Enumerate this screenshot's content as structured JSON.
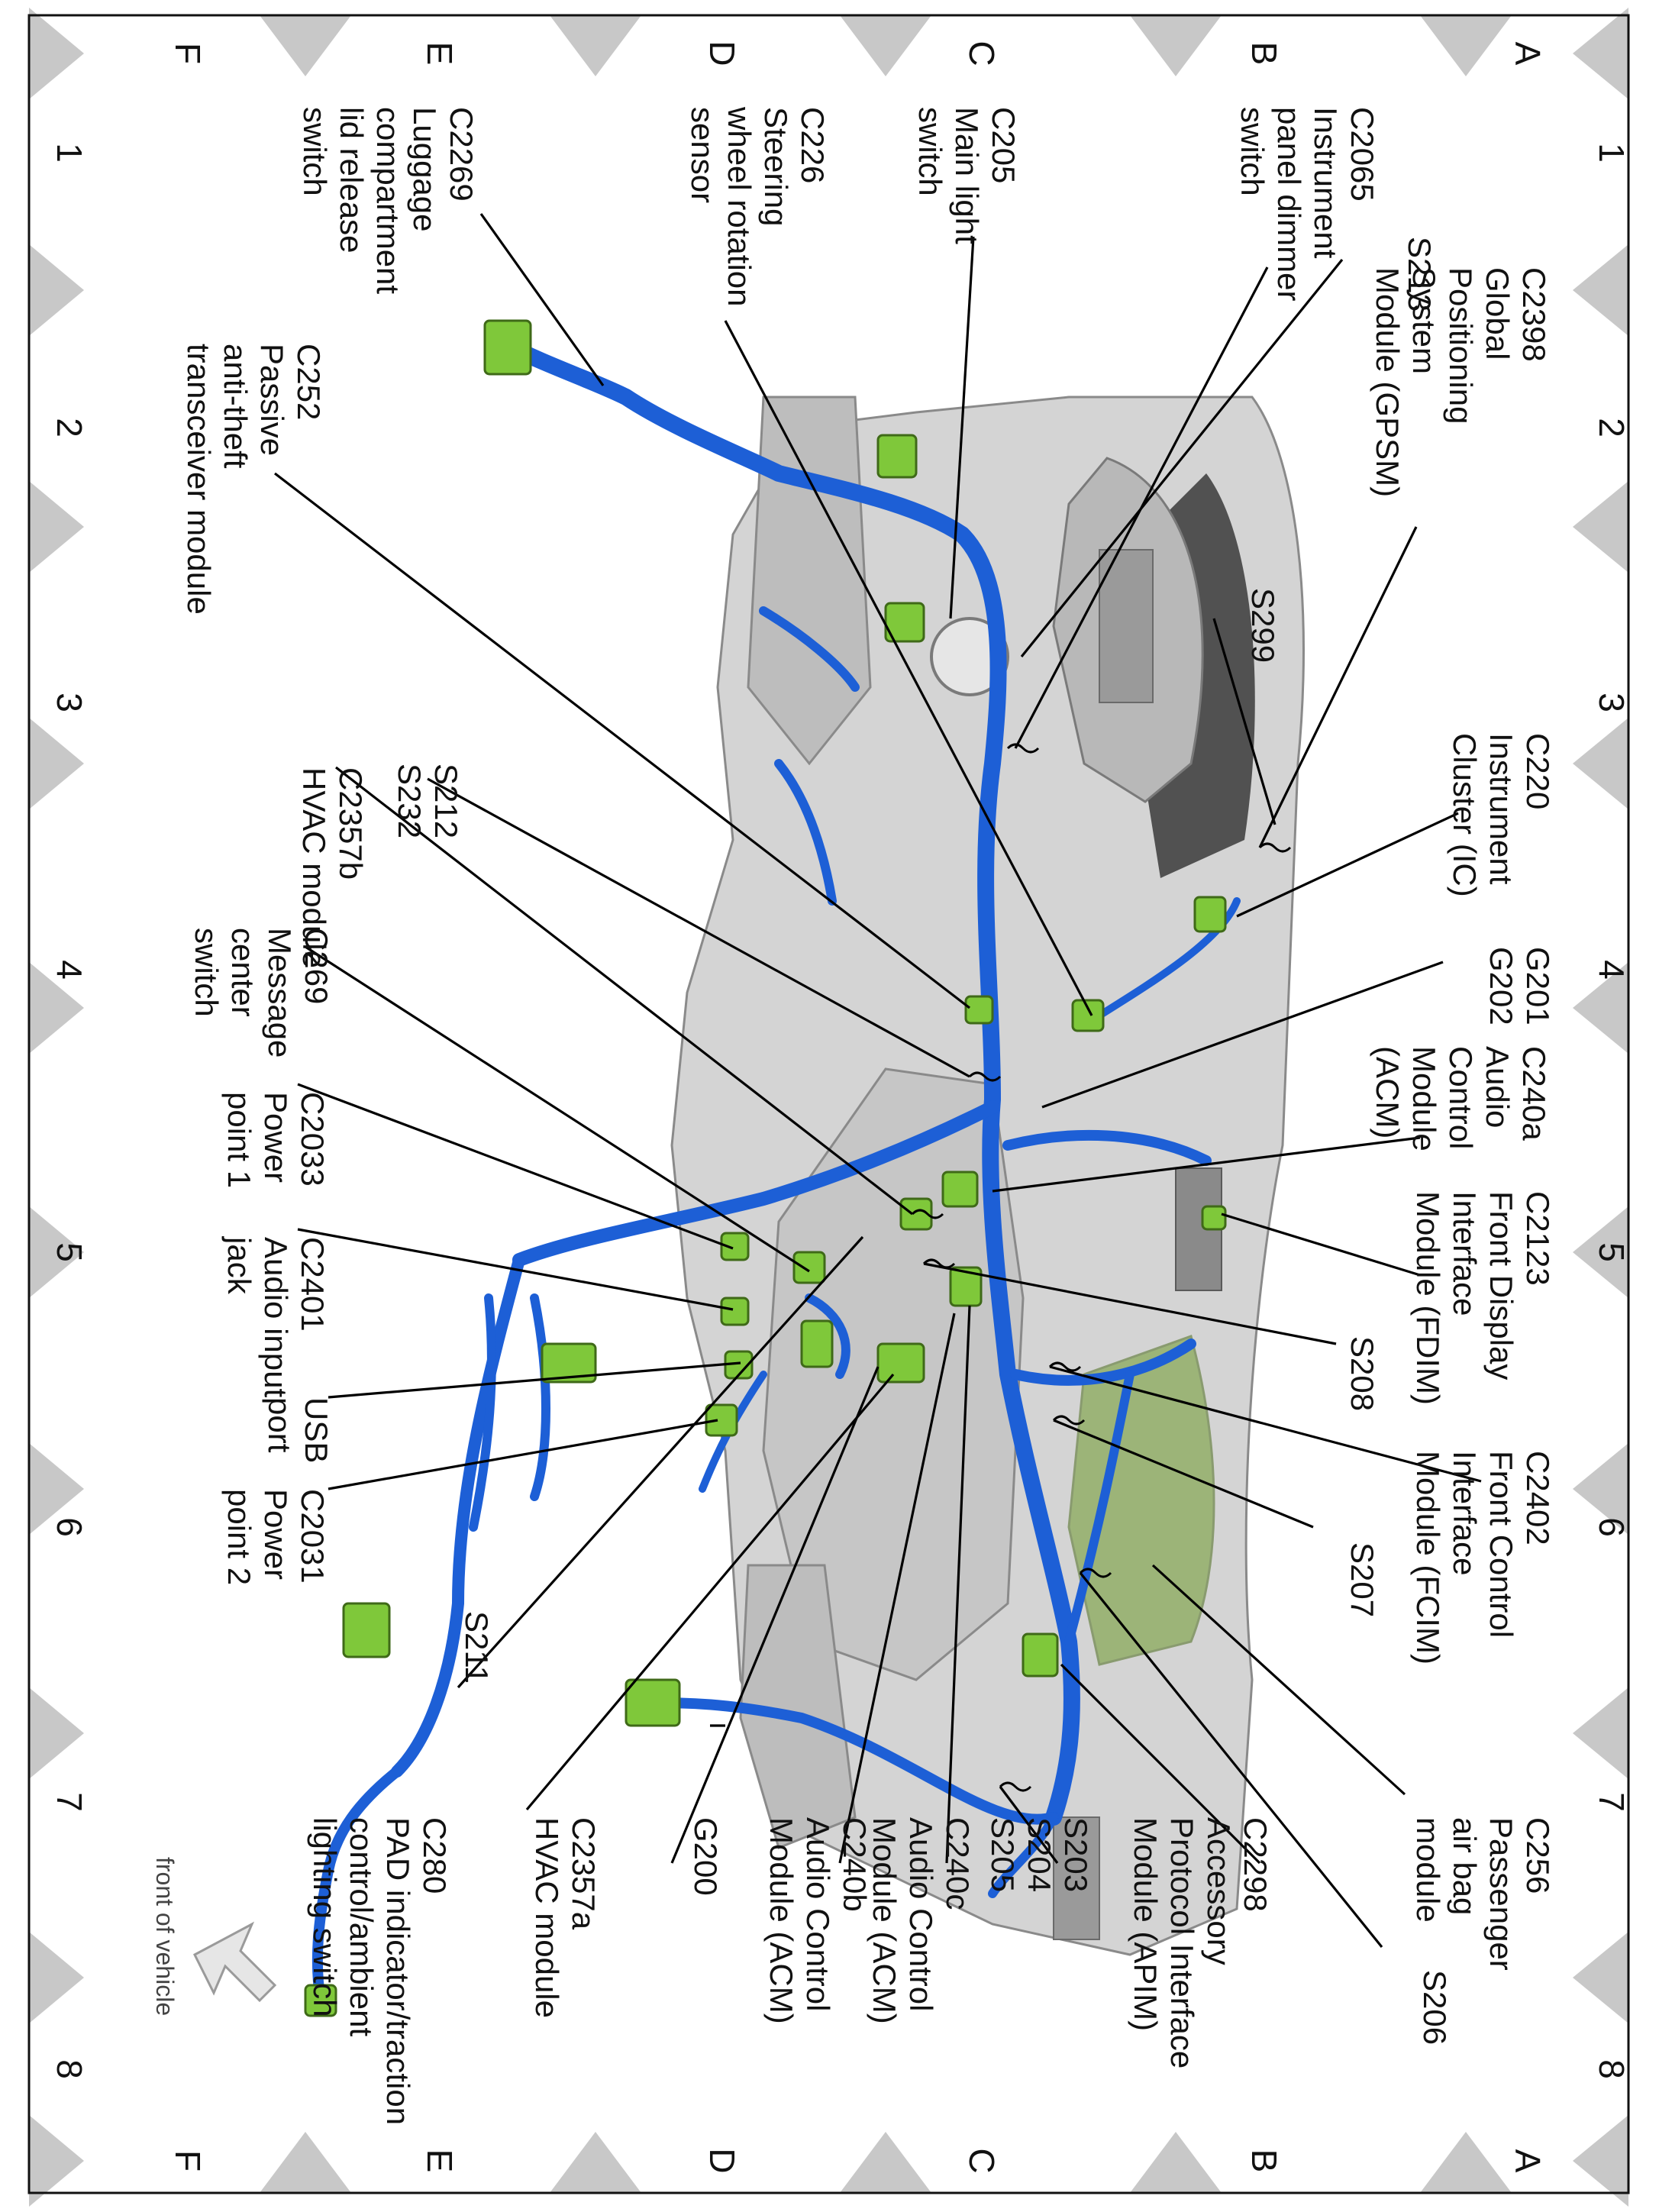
{
  "diagram": {
    "grid_rows_letters": [
      "A",
      "B",
      "C",
      "D",
      "E",
      "F"
    ],
    "grid_cols_numbers": [
      "1",
      "2",
      "3",
      "4",
      "5",
      "6",
      "7",
      "8"
    ],
    "front_of_vehicle": "front of vehicle",
    "colors": {
      "harness": "#1d5fd6",
      "connector": "#7fc83a",
      "panel": "#c9c9c9",
      "border": "#111111"
    },
    "labels": {
      "C2398": [
        "C2398",
        "Global",
        "Positioning",
        "System",
        "Module (GPSM)"
      ],
      "C2065": [
        "C2065",
        "Instrument",
        "panel dimmer",
        "switch"
      ],
      "C205": [
        "C205",
        "Main light",
        "switch"
      ],
      "C226": [
        "C226",
        "Steering",
        "wheel rotation",
        "sensor"
      ],
      "C2269": [
        "C2269",
        "Luggage",
        "compartment",
        "lid release",
        "switch"
      ],
      "S213": [
        "S213"
      ],
      "S299": [
        "S299"
      ],
      "C252": [
        "C252",
        "Passive",
        "anti-theft",
        "transceiver module"
      ],
      "C220": [
        "C220",
        "Instrument",
        "Cluster (IC)"
      ],
      "S212": [
        "S212",
        "S232"
      ],
      "C2357b": [
        "C2357b",
        "HVAC module"
      ],
      "G201": [
        "G201",
        "G202"
      ],
      "C269": [
        "C269",
        "Message",
        "center",
        "switch"
      ],
      "C240a": [
        "C240a",
        "Audio",
        "Control",
        "Module",
        "(ACM)"
      ],
      "C2033": [
        "C2033",
        "Power",
        "point 1"
      ],
      "C2123": [
        "C2123",
        "Front Display",
        "Interface",
        "Module (FDIM)"
      ],
      "C2401": [
        "C2401",
        "Audio input",
        "jack"
      ],
      "S208": [
        "S208"
      ],
      "USB": [
        "USB",
        "port"
      ],
      "C2402": [
        "C2402",
        "Front Control",
        "Interface",
        "Module (FCIM)"
      ],
      "C2031": [
        "C2031",
        "Power",
        "point 2"
      ],
      "S207": [
        "S207"
      ],
      "S211": [
        "S211"
      ],
      "C256": [
        "C256",
        "Passenger",
        "air bag",
        "module"
      ],
      "C280": [
        "C280",
        "PAD indicator/traction",
        "control/ambient",
        "lighting switch"
      ],
      "C2357a": [
        "C2357a",
        "HVAC module"
      ],
      "G200": [
        "G200"
      ],
      "C240b": [
        "C240b",
        "Audio Control",
        "Module (ACM)"
      ],
      "C240c": [
        "C240c",
        "Audio Control",
        "Module (ACM)"
      ],
      "S203": [
        "S203",
        "S204",
        "S205"
      ],
      "C2298": [
        "C2298",
        "Accessory",
        "Protocol Interface",
        "Module (APIM)"
      ],
      "S206": [
        "S206"
      ]
    }
  }
}
